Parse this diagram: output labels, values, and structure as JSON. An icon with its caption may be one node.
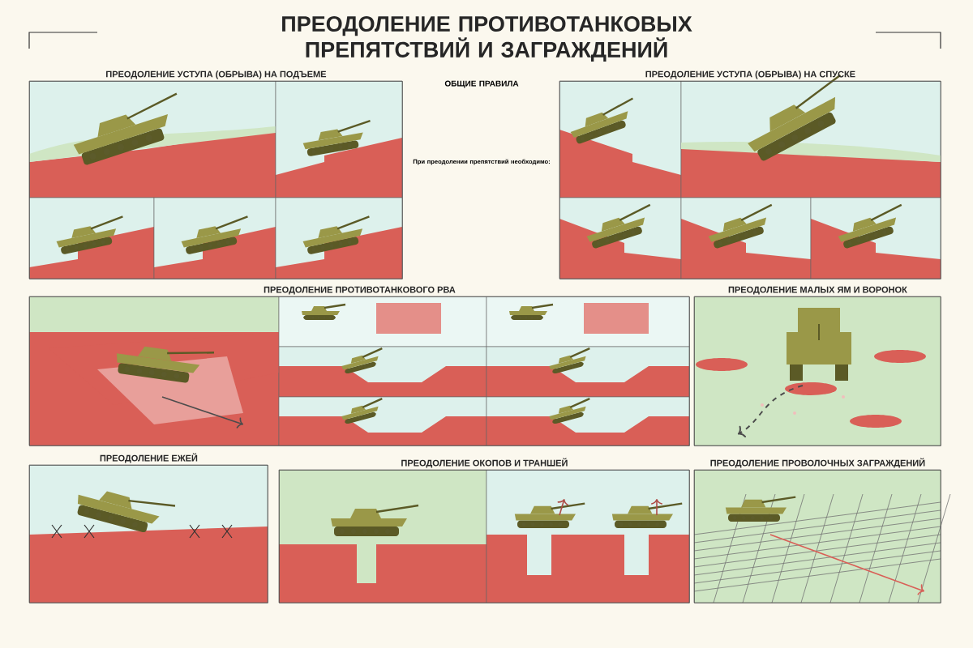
{
  "diagram": {
    "title": "ПРЕОДОЛЕНИЕ ПРОТИВОТАНКОВЫХ ПРЕПЯТСТВИЙ И ЗАГРАЖДЕНИЙ",
    "nodes": [
      {
        "text": [
          "ПРЕОДОЛЕНИЕ УСТУПА (ОБРЫВА) НА ПОДЪЕМЕ"
        ]
      },
      {
        "text": [
          "ПРЕОДОЛЕНИЕ УСТУПА (ОБРЫВА) НА СПУСКЕ"
        ]
      },
      {
        "text": [
          "ПРЕОДОЛЕНИЕ ПРОТИВОТАНКОВОГО РВА"
        ]
      },
      {
        "text": [
          "ПРЕОДОЛЕНИЕ МАЛЫХ ЯМ И ВОРОНОК"
        ]
      },
      {
        "text": [
          "ПРЕОДОЛЕНИЕ ЕЖЕЙ"
        ]
      },
      {
        "text": [
          "ПРЕОДОЛЕНИЕ ОКОПОВ И ТРАНШЕЙ"
        ]
      },
      {
        "text": [
          "ПРЕОДОЛЕНИЕ ПРОВОЛОЧНЫХ ЗАГРАЖДЕНИЙ"
        ]
      }
    ],
    "labels": [
      "ОБЩИЕ ПРАВИЛА",
      "При преодолении препятствий необходимо:"
    ]
  }
}
